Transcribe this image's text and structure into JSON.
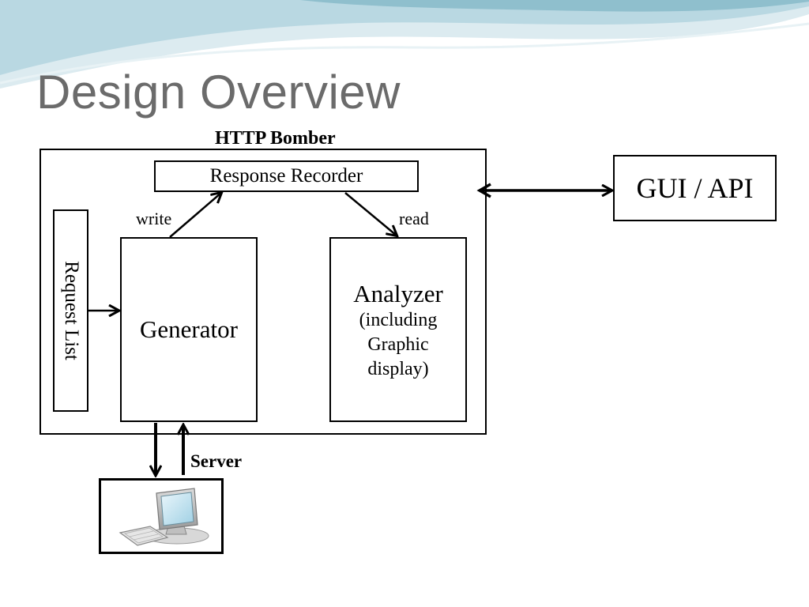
{
  "slide": {
    "title": "Design Overview"
  },
  "diagram": {
    "container_label": "HTTP Bomber",
    "response_recorder": "Response Recorder",
    "request_list": "Request List",
    "generator": "Generator",
    "analyzer_title": "Analyzer",
    "analyzer_sub_1": "(including",
    "analyzer_sub_2": "Graphic",
    "analyzer_sub_3": "display)",
    "write_label": "write",
    "read_label": "read",
    "gui_api": "GUI / API",
    "server_label": "Server"
  },
  "colors": {
    "wave_light": "#cfe3ea",
    "wave_mid": "#a9cdd8",
    "wave_dark": "#7fb3c4",
    "title": "#6b6b6b"
  },
  "icons": {
    "server": "computer-monitor-icon"
  }
}
